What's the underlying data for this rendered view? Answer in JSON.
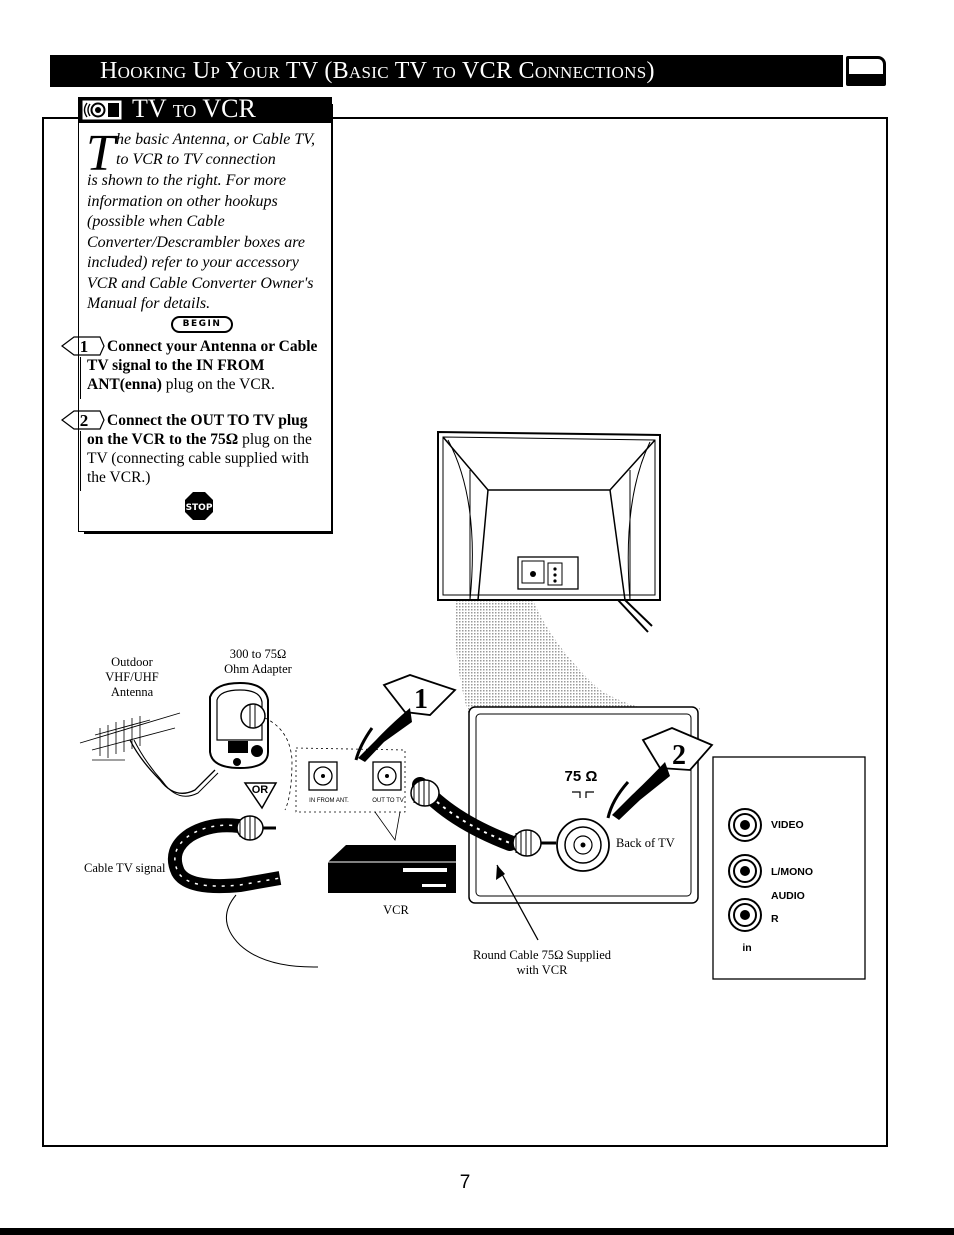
{
  "header": {
    "title": "Hooking Up Your TV (Basic TV to VCR Connections)",
    "tab_icon": "tv-screen-icon"
  },
  "sidebar": {
    "section_title": "TV to VCR",
    "section_icon": "tv-vcr-icon",
    "intro_dropcap": "T",
    "intro_first_line": "he basic Antenna, or Cable TV, to VCR to TV connection",
    "intro_rest": "is shown to the right. For more information on other hookups (possible when Cable Converter/Descrambler boxes are included) refer to your accessory VCR and Cable Converter Owner's Manual for details.",
    "begin_label": "BEGIN",
    "steps": [
      {
        "number": "1",
        "bold": "Connect your Antenna or Cable TV signal to the IN FROM ANT(enna)",
        "normal": " plug on the VCR."
      },
      {
        "number": "2",
        "bold": "Connect the OUT TO TV plug on the VCR to the 75Ω",
        "normal": " plug on the TV (connecting cable supplied with the VCR.)"
      }
    ],
    "stop_label": "STOP"
  },
  "diagram": {
    "antenna_label": "Outdoor VHF/UHF Antenna",
    "adapter_label": "300 to 75Ω Ohm Adapter",
    "or_label": "OR",
    "cable_signal_label": "Cable TV signal",
    "in_from_ant_label": "IN FROM ANT.",
    "out_to_tv_label": "OUT TO TV",
    "vcr_label": "VCR",
    "step1_marker": "1",
    "step2_marker": "2",
    "ohm_label": "75 Ω",
    "back_of_tv_label": "Back of TV",
    "round_cable_label": "Round Cable 75Ω Supplied with VCR",
    "jack_labels": {
      "video": "VIDEO",
      "l_mono": "L/MONO",
      "audio": "AUDIO",
      "r": "R",
      "in": "in"
    }
  },
  "page_number": "7"
}
